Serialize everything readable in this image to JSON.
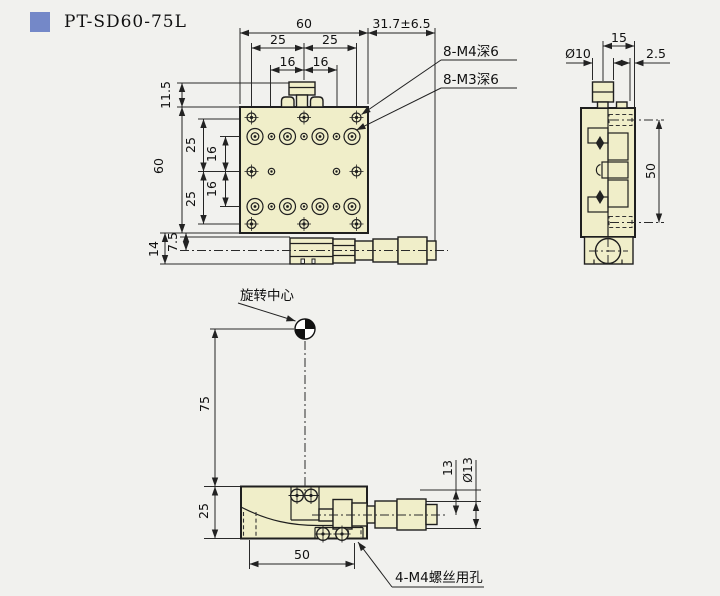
{
  "header": {
    "model": "PT-SD60-75L"
  },
  "colors": {
    "background": "#f1f1ee",
    "body_fill": "#f0eec9",
    "line": "#1f1f1f",
    "accent": "#7488c8",
    "text": "#111111"
  },
  "top_view": {
    "dim_width": "60",
    "dim_travel": "31.7±6.5",
    "dim_hole_left": "25",
    "dim_hole_right": "25",
    "dim_inner_left": "16",
    "dim_inner_right": "16",
    "dim_knob": "11.5",
    "dim_height": "60",
    "dim_v25_top": "25",
    "dim_v16_top": "16",
    "dim_v16_bot": "16",
    "dim_v25_bot": "25",
    "dim_base": "14",
    "dim_axis": "7.5",
    "callout_m4": "8-M4深6",
    "callout_m3": "8-M3深6"
  },
  "side_view": {
    "dim_offset": "15",
    "dim_knob_dia": "Ø10",
    "dim_plate": "2.5",
    "dim_span": "50"
  },
  "front_view": {
    "label_rotation": "旋转中心",
    "dim_center": "75",
    "dim_height": "25",
    "dim_axis": "13",
    "dim_spindle": "Ø13",
    "dim_span": "50",
    "callout_base": "4-M4螺丝用孔"
  }
}
